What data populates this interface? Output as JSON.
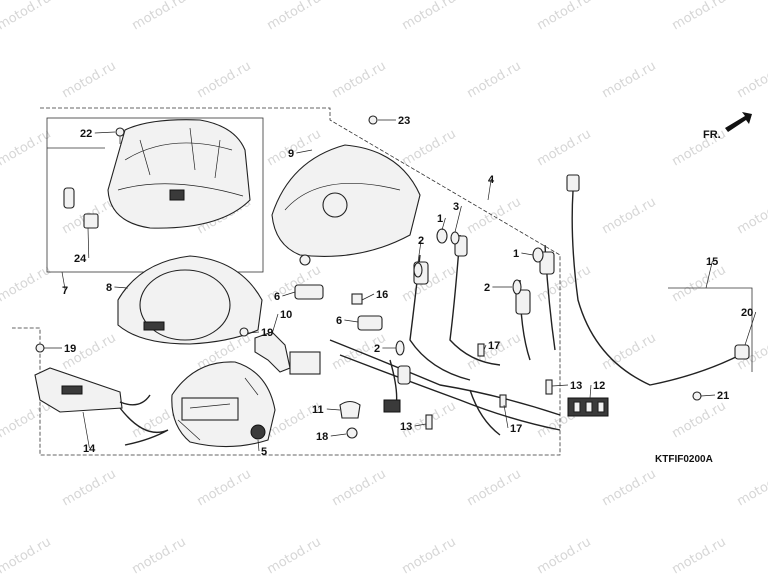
{
  "figure_code": "KTFIF0200A",
  "direction_label": "FR.",
  "watermark_text": "motod.ru",
  "callouts": [
    "1",
    "2",
    "3",
    "4",
    "5",
    "6",
    "7",
    "8",
    "9",
    "10",
    "11",
    "12",
    "13",
    "14",
    "15",
    "16",
    "17",
    "18",
    "19",
    "20",
    "21",
    "22",
    "23",
    "24"
  ],
  "colors": {
    "line": "#222222",
    "watermark": "#c9c9c9"
  }
}
